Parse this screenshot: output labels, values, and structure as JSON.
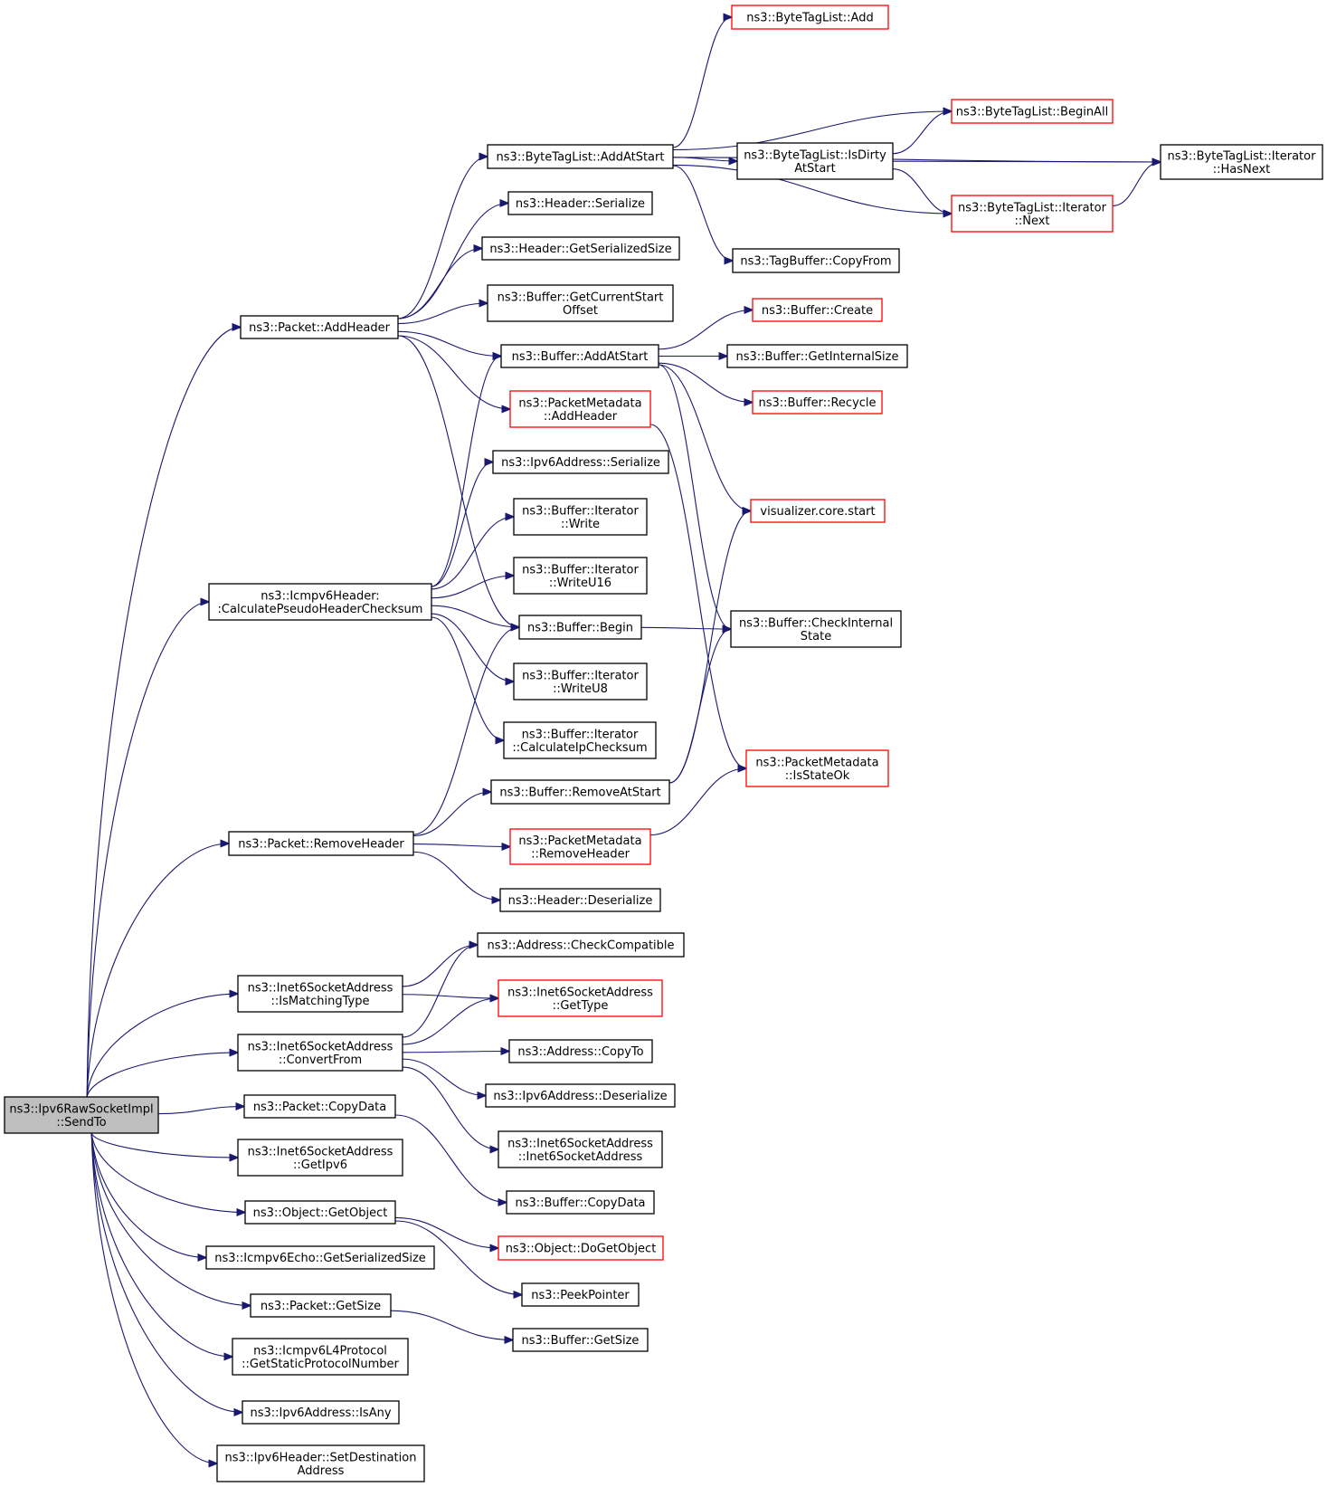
{
  "nodes": [
    {
      "id": "root",
      "lines": [
        "ns3::Ipv6RawSocketImpl",
        "::SendTo"
      ],
      "style": "root"
    },
    {
      "id": "pkt_addheader",
      "lines": [
        "ns3::Packet::AddHeader"
      ],
      "style": "black"
    },
    {
      "id": "icmp_cpsh",
      "lines": [
        "ns3::Icmpv6Header:",
        ":CalculatePseudoHeaderChecksum"
      ],
      "style": "black"
    },
    {
      "id": "pkt_removeheader",
      "lines": [
        "ns3::Packet::RemoveHeader"
      ],
      "style": "black"
    },
    {
      "id": "i6sa_ismatching",
      "lines": [
        "ns3::Inet6SocketAddress",
        "::IsMatchingType"
      ],
      "style": "black"
    },
    {
      "id": "i6sa_convertfrom",
      "lines": [
        "ns3::Inet6SocketAddress",
        "::ConvertFrom"
      ],
      "style": "black"
    },
    {
      "id": "pkt_copydata",
      "lines": [
        "ns3::Packet::CopyData"
      ],
      "style": "black"
    },
    {
      "id": "i6sa_getipv6",
      "lines": [
        "ns3::Inet6SocketAddress",
        "::GetIpv6"
      ],
      "style": "black"
    },
    {
      "id": "obj_getobject",
      "lines": [
        "ns3::Object::GetObject"
      ],
      "style": "black"
    },
    {
      "id": "icmpecho_gss",
      "lines": [
        "ns3::Icmpv6Echo::GetSerializedSize"
      ],
      "style": "black"
    },
    {
      "id": "pkt_getsize",
      "lines": [
        "ns3::Packet::GetSize"
      ],
      "style": "black"
    },
    {
      "id": "icmpl4_gspn",
      "lines": [
        "ns3::Icmpv6L4Protocol",
        "::GetStaticProtocolNumber"
      ],
      "style": "black"
    },
    {
      "id": "ipv6addr_isany",
      "lines": [
        "ns3::Ipv6Address::IsAny"
      ],
      "style": "black"
    },
    {
      "id": "ipv6hdr_setdest",
      "lines": [
        "ns3::Ipv6Header::SetDestination",
        "Address"
      ],
      "style": "black"
    },
    {
      "id": "btl_addatstart",
      "lines": [
        "ns3::ByteTagList::AddAtStart"
      ],
      "style": "black"
    },
    {
      "id": "hdr_serialize",
      "lines": [
        "ns3::Header::Serialize"
      ],
      "style": "black"
    },
    {
      "id": "hdr_gss",
      "lines": [
        "ns3::Header::GetSerializedSize"
      ],
      "style": "black"
    },
    {
      "id": "buf_gcso",
      "lines": [
        "ns3::Buffer::GetCurrentStart",
        "Offset"
      ],
      "style": "black"
    },
    {
      "id": "buf_addatstart",
      "lines": [
        "ns3::Buffer::AddAtStart"
      ],
      "style": "black"
    },
    {
      "id": "pm_addheader",
      "lines": [
        "ns3::PacketMetadata",
        "::AddHeader"
      ],
      "style": "red"
    },
    {
      "id": "ipv6addr_serialize",
      "lines": [
        "ns3::Ipv6Address::Serialize"
      ],
      "style": "black"
    },
    {
      "id": "bi_write",
      "lines": [
        "ns3::Buffer::Iterator",
        "::Write"
      ],
      "style": "black"
    },
    {
      "id": "bi_writeu16",
      "lines": [
        "ns3::Buffer::Iterator",
        "::WriteU16"
      ],
      "style": "black"
    },
    {
      "id": "buf_begin",
      "lines": [
        "ns3::Buffer::Begin"
      ],
      "style": "black"
    },
    {
      "id": "bi_writeu8",
      "lines": [
        "ns3::Buffer::Iterator",
        "::WriteU8"
      ],
      "style": "black"
    },
    {
      "id": "bi_cipc",
      "lines": [
        "ns3::Buffer::Iterator",
        "::CalculateIpChecksum"
      ],
      "style": "black"
    },
    {
      "id": "buf_removeatstart",
      "lines": [
        "ns3::Buffer::RemoveAtStart"
      ],
      "style": "black"
    },
    {
      "id": "pm_removeheader",
      "lines": [
        "ns3::PacketMetadata",
        "::RemoveHeader"
      ],
      "style": "red"
    },
    {
      "id": "hdr_deserialize",
      "lines": [
        "ns3::Header::Deserialize"
      ],
      "style": "black"
    },
    {
      "id": "addr_checkcompat",
      "lines": [
        "ns3::Address::CheckCompatible"
      ],
      "style": "black"
    },
    {
      "id": "i6sa_gettype",
      "lines": [
        "ns3::Inet6SocketAddress",
        "::GetType"
      ],
      "style": "red"
    },
    {
      "id": "addr_copyto",
      "lines": [
        "ns3::Address::CopyTo"
      ],
      "style": "black"
    },
    {
      "id": "ipv6addr_deser",
      "lines": [
        "ns3::Ipv6Address::Deserialize"
      ],
      "style": "black"
    },
    {
      "id": "i6sa_ctor",
      "lines": [
        "ns3::Inet6SocketAddress",
        "::Inet6SocketAddress"
      ],
      "style": "black"
    },
    {
      "id": "buf_copydata",
      "lines": [
        "ns3::Buffer::CopyData"
      ],
      "style": "black"
    },
    {
      "id": "obj_dogetobject",
      "lines": [
        "ns3::Object::DoGetObject"
      ],
      "style": "red"
    },
    {
      "id": "peekpointer",
      "lines": [
        "ns3::PeekPointer"
      ],
      "style": "black"
    },
    {
      "id": "buf_getsize",
      "lines": [
        "ns3::Buffer::GetSize"
      ],
      "style": "black"
    },
    {
      "id": "btl_add",
      "lines": [
        "ns3::ByteTagList::Add"
      ],
      "style": "red"
    },
    {
      "id": "btl_beginall",
      "lines": [
        "ns3::ByteTagList::BeginAll"
      ],
      "style": "red"
    },
    {
      "id": "btl_isdirty",
      "lines": [
        "ns3::ByteTagList::IsDirty",
        "AtStart"
      ],
      "style": "black"
    },
    {
      "id": "btl_it_next",
      "lines": [
        "ns3::ByteTagList::Iterator",
        "::Next"
      ],
      "style": "red"
    },
    {
      "id": "tagbuf_copyfrom",
      "lines": [
        "ns3::TagBuffer::CopyFrom"
      ],
      "style": "black"
    },
    {
      "id": "btl_it_hasnext",
      "lines": [
        "ns3::ByteTagList::Iterator",
        "::HasNext"
      ],
      "style": "black"
    },
    {
      "id": "buf_create",
      "lines": [
        "ns3::Buffer::Create"
      ],
      "style": "red"
    },
    {
      "id": "buf_getinternalsize",
      "lines": [
        "ns3::Buffer::GetInternalSize"
      ],
      "style": "black"
    },
    {
      "id": "buf_recycle",
      "lines": [
        "ns3::Buffer::Recycle"
      ],
      "style": "red"
    },
    {
      "id": "vis_core_start",
      "lines": [
        "visualizer.core.start"
      ],
      "style": "red"
    },
    {
      "id": "buf_checkinternal",
      "lines": [
        "ns3::Buffer::CheckInternal",
        "State"
      ],
      "style": "black"
    },
    {
      "id": "pm_isstateok",
      "lines": [
        "ns3::PacketMetadata",
        "::IsStateOk"
      ],
      "style": "red"
    }
  ],
  "edges": [
    [
      "root",
      "pkt_addheader"
    ],
    [
      "root",
      "icmp_cpsh"
    ],
    [
      "root",
      "pkt_removeheader"
    ],
    [
      "root",
      "i6sa_ismatching"
    ],
    [
      "root",
      "i6sa_convertfrom"
    ],
    [
      "root",
      "pkt_copydata"
    ],
    [
      "root",
      "i6sa_getipv6"
    ],
    [
      "root",
      "obj_getobject"
    ],
    [
      "root",
      "icmpecho_gss"
    ],
    [
      "root",
      "pkt_getsize"
    ],
    [
      "root",
      "icmpl4_gspn"
    ],
    [
      "root",
      "ipv6addr_isany"
    ],
    [
      "root",
      "ipv6hdr_setdest"
    ],
    [
      "pkt_addheader",
      "btl_addatstart"
    ],
    [
      "pkt_addheader",
      "hdr_serialize"
    ],
    [
      "pkt_addheader",
      "hdr_gss"
    ],
    [
      "pkt_addheader",
      "buf_gcso"
    ],
    [
      "pkt_addheader",
      "buf_addatstart"
    ],
    [
      "pkt_addheader",
      "pm_addheader"
    ],
    [
      "pkt_addheader",
      "buf_begin"
    ],
    [
      "btl_addatstart",
      "btl_add"
    ],
    [
      "btl_addatstart",
      "btl_it_hasnext"
    ],
    [
      "btl_addatstart",
      "btl_beginall"
    ],
    [
      "btl_addatstart",
      "btl_isdirty"
    ],
    [
      "btl_addatstart",
      "btl_it_next"
    ],
    [
      "btl_addatstart",
      "tagbuf_copyfrom"
    ],
    [
      "btl_isdirty",
      "btl_beginall"
    ],
    [
      "btl_isdirty",
      "btl_it_hasnext"
    ],
    [
      "btl_isdirty",
      "btl_it_next"
    ],
    [
      "btl_it_next",
      "btl_it_hasnext"
    ],
    [
      "buf_addatstart",
      "buf_create"
    ],
    [
      "buf_addatstart",
      "buf_getinternalsize"
    ],
    [
      "buf_addatstart",
      "buf_recycle"
    ],
    [
      "buf_addatstart",
      "vis_core_start"
    ],
    [
      "buf_addatstart",
      "buf_checkinternal"
    ],
    [
      "pm_addheader",
      "pm_isstateok"
    ],
    [
      "icmp_cpsh",
      "buf_addatstart"
    ],
    [
      "icmp_cpsh",
      "ipv6addr_serialize"
    ],
    [
      "icmp_cpsh",
      "bi_write"
    ],
    [
      "icmp_cpsh",
      "bi_writeu16"
    ],
    [
      "icmp_cpsh",
      "buf_begin"
    ],
    [
      "icmp_cpsh",
      "bi_writeu8"
    ],
    [
      "icmp_cpsh",
      "bi_cipc"
    ],
    [
      "buf_begin",
      "buf_checkinternal"
    ],
    [
      "pkt_removeheader",
      "buf_begin"
    ],
    [
      "pkt_removeheader",
      "buf_removeatstart"
    ],
    [
      "pkt_removeheader",
      "pm_removeheader"
    ],
    [
      "pkt_removeheader",
      "hdr_deserialize"
    ],
    [
      "buf_removeatstart",
      "vis_core_start"
    ],
    [
      "buf_removeatstart",
      "buf_checkinternal"
    ],
    [
      "pm_removeheader",
      "pm_isstateok"
    ],
    [
      "i6sa_ismatching",
      "addr_checkcompat"
    ],
    [
      "i6sa_ismatching",
      "i6sa_gettype"
    ],
    [
      "i6sa_convertfrom",
      "addr_checkcompat"
    ],
    [
      "i6sa_convertfrom",
      "i6sa_gettype"
    ],
    [
      "i6sa_convertfrom",
      "addr_copyto"
    ],
    [
      "i6sa_convertfrom",
      "ipv6addr_deser"
    ],
    [
      "i6sa_convertfrom",
      "i6sa_ctor"
    ],
    [
      "pkt_copydata",
      "buf_copydata"
    ],
    [
      "obj_getobject",
      "obj_dogetobject"
    ],
    [
      "obj_getobject",
      "peekpointer"
    ],
    [
      "pkt_getsize",
      "buf_getsize"
    ]
  ]
}
